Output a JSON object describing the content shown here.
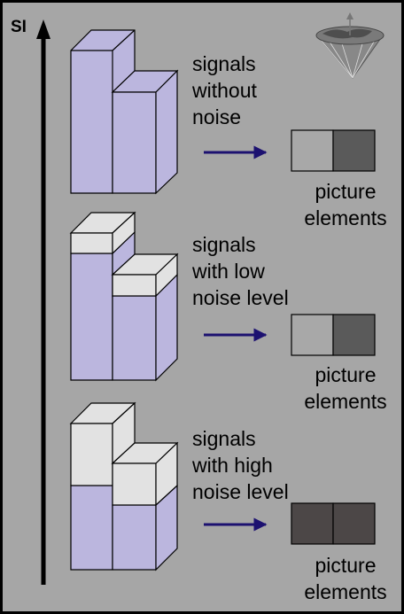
{
  "axis": {
    "label": "SI"
  },
  "colors": {
    "background": "#a6a6a6",
    "signal": "#bbb6de",
    "noise": "#e2e2e2",
    "arrow": "#1c1170",
    "pixel_light": "#a8a8a8",
    "pixel_dark": "#5a5a5a",
    "pixel_darker": "#4c4747"
  },
  "logo": {
    "icon": "globe-icon"
  },
  "panels": [
    {
      "description": [
        "signals",
        "without",
        "noise"
      ],
      "noise_level": "none",
      "pixels": [
        "#a8a8a8",
        "#5a5a5a"
      ],
      "caption": [
        "picture",
        "elements"
      ]
    },
    {
      "description": [
        "signals",
        "with low",
        "noise level"
      ],
      "noise_level": "low",
      "pixels": [
        "#a8a8a8",
        "#5a5a5a"
      ],
      "caption": [
        "picture",
        "elements"
      ]
    },
    {
      "description": [
        "signals",
        "with high",
        "noise level"
      ],
      "noise_level": "high",
      "pixels": [
        "#4c4747",
        "#4c4747"
      ],
      "caption": [
        "picture",
        "elements"
      ]
    }
  ]
}
